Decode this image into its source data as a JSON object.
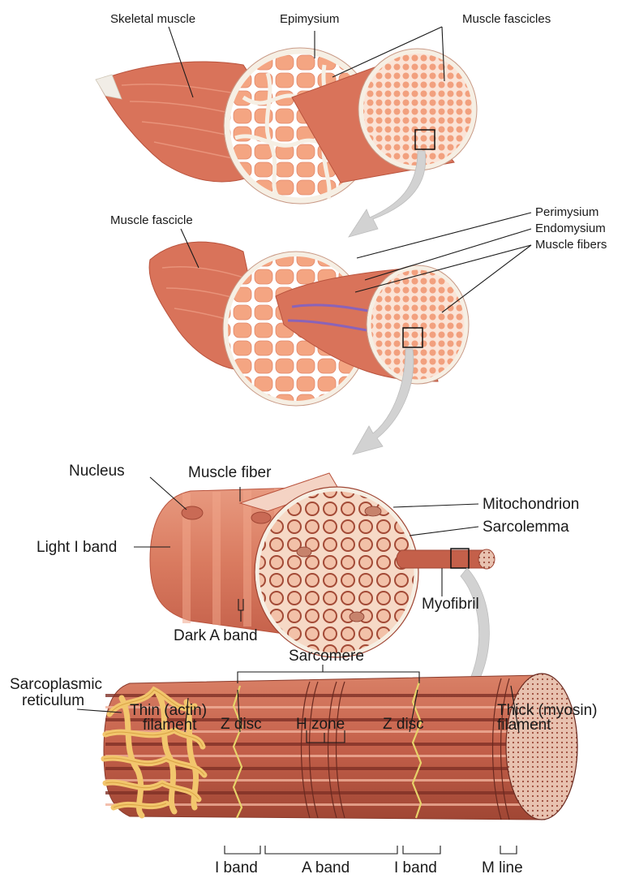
{
  "labels": {
    "skeletal_muscle": "Skeletal muscle",
    "epimysium": "Epimysium",
    "muscle_fascicles": "Muscle fascicles",
    "muscle_fascicle": "Muscle fascicle",
    "perimysium": "Perimysium",
    "endomysium": "Endomysium",
    "muscle_fibers": "Muscle fibers",
    "nucleus": "Nucleus",
    "muscle_fiber": "Muscle fiber",
    "mitochondrion": "Mitochondrion",
    "sarcolemma": "Sarcolemma",
    "light_i_band": "Light I band",
    "myofibril": "Myofibril",
    "dark_a_band": "Dark A band",
    "sarcoplasmic_reticulum_1": "Sarcoplasmic",
    "sarcoplasmic_reticulum_2": "reticulum",
    "sarcomere": "Sarcomere",
    "thin_filament_1": "Thin (actin)",
    "thin_filament_2": "filament",
    "z_disc_left": "Z disc",
    "h_zone": "H zone",
    "z_disc_right": "Z disc",
    "thick_filament_1": "Thick (myosin)",
    "thick_filament_2": "filament",
    "i_band_left": "I band",
    "a_band": "A band",
    "i_band_right": "I band",
    "m_line": "M line"
  },
  "colors": {
    "muscle": "#d9735a",
    "muscle_light": "#f4a582",
    "muscle_dark": "#b9533d",
    "sheath": "#f6efe4",
    "reticulum": "#f2c66d",
    "arrow": "#d2d2d2"
  }
}
